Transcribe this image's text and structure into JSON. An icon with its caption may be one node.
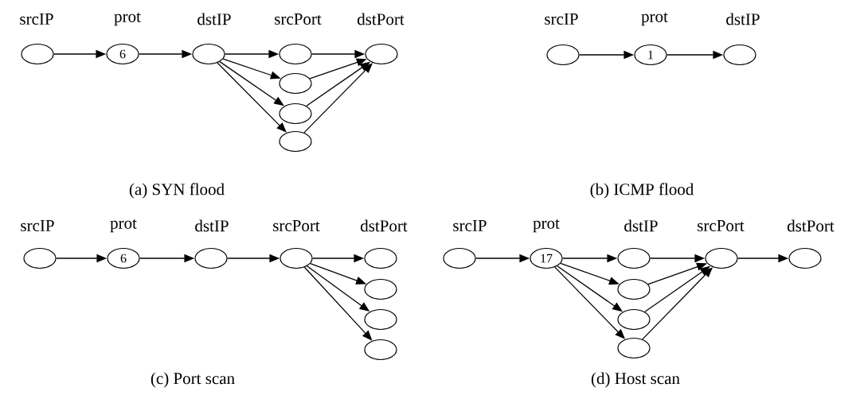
{
  "diagram": {
    "nodes": [
      {
        "text": [],
        "shape": "circle"
      },
      {
        "text": [
          "6"
        ]
      },
      {
        "text": [],
        "shape": "circle"
      },
      {
        "text": [],
        "shape": "circle"
      },
      {
        "text": [],
        "shape": "circle"
      },
      {
        "text": [],
        "shape": "circle"
      },
      {
        "text": [],
        "shape": "circle"
      },
      {
        "text": [],
        "shape": "circle"
      },
      {
        "text": [],
        "shape": "circle"
      },
      {
        "text": [
          "1"
        ]
      },
      {
        "text": [],
        "shape": "circle"
      },
      {
        "text": [],
        "shape": "circle"
      },
      {
        "text": [
          "6"
        ]
      },
      {
        "text": [],
        "shape": "circle"
      },
      {
        "text": [],
        "shape": "circle"
      },
      {
        "text": [],
        "shape": "circle"
      },
      {
        "text": [],
        "shape": "circle"
      },
      {
        "text": [],
        "shape": "circle"
      },
      {
        "text": [],
        "shape": "circle"
      },
      {
        "text": [],
        "shape": "circle"
      },
      {
        "text": [
          "17"
        ]
      },
      {
        "text": [],
        "shape": "circle"
      },
      {
        "text": [],
        "shape": "circle"
      },
      {
        "text": [],
        "shape": "circle"
      },
      {
        "text": [],
        "shape": "circle"
      },
      {
        "text": [],
        "shape": "circle"
      },
      {
        "text": [],
        "shape": "circle"
      }
    ],
    "edges": [
      {
        "from": 0,
        "to": 1,
        "arrow": "to"
      },
      {
        "from": 1,
        "to": 2,
        "arrow": "to"
      },
      {
        "from": 2,
        "to": 3,
        "arrow": "to"
      },
      {
        "from": 2,
        "to": 4,
        "arrow": "to"
      },
      {
        "from": 2,
        "to": 5,
        "arrow": "to"
      },
      {
        "from": 2,
        "to": 6,
        "arrow": "to"
      },
      {
        "from": 3,
        "to": 7,
        "arrow": "to"
      },
      {
        "from": 4,
        "to": 7,
        "arrow": "to"
      },
      {
        "from": 5,
        "to": 7,
        "arrow": "to"
      },
      {
        "from": 6,
        "to": 7,
        "arrow": "to"
      },
      {
        "from": 8,
        "to": 9,
        "arrow": "to"
      },
      {
        "from": 9,
        "to": 10,
        "arrow": "to"
      },
      {
        "from": 11,
        "to": 12,
        "arrow": "to"
      },
      {
        "from": 12,
        "to": 13,
        "arrow": "to"
      },
      {
        "from": 13,
        "to": 14,
        "arrow": "to"
      },
      {
        "from": 14,
        "to": 15,
        "arrow": "to"
      },
      {
        "from": 14,
        "to": 16,
        "arrow": "to"
      },
      {
        "from": 14,
        "to": 17,
        "arrow": "to"
      },
      {
        "from": 14,
        "to": 18,
        "arrow": "to"
      },
      {
        "from": 19,
        "to": 20,
        "arrow": "to"
      },
      {
        "from": 20,
        "to": 21,
        "arrow": "to"
      },
      {
        "from": 20,
        "to": 22,
        "arrow": "to"
      },
      {
        "from": 20,
        "to": 23,
        "arrow": "to"
      },
      {
        "from": 20,
        "to": 24,
        "arrow": "to"
      },
      {
        "from": 21,
        "to": 25,
        "arrow": "to"
      },
      {
        "from": 22,
        "to": 25,
        "arrow": "to"
      },
      {
        "from": 23,
        "to": 25,
        "arrow": "to"
      },
      {
        "from": 24,
        "to": 25,
        "arrow": "to"
      },
      {
        "from": 25,
        "to": 26,
        "arrow": "to"
      }
    ],
    "labels": [
      "srcIP",
      "prot",
      "dstIP",
      "srcPort",
      "dstPort",
      "srcIP",
      "prot",
      "dstIP",
      "(a) SYN flood",
      "(b) ICMP flood",
      "srcIP",
      "prot",
      "dstIP",
      "srcPort",
      "dstPort",
      "srcIP",
      "prot",
      "dstIP",
      "srcPort",
      "dstPort",
      "(c) Port scan",
      "(d) Host scan"
    ]
  }
}
